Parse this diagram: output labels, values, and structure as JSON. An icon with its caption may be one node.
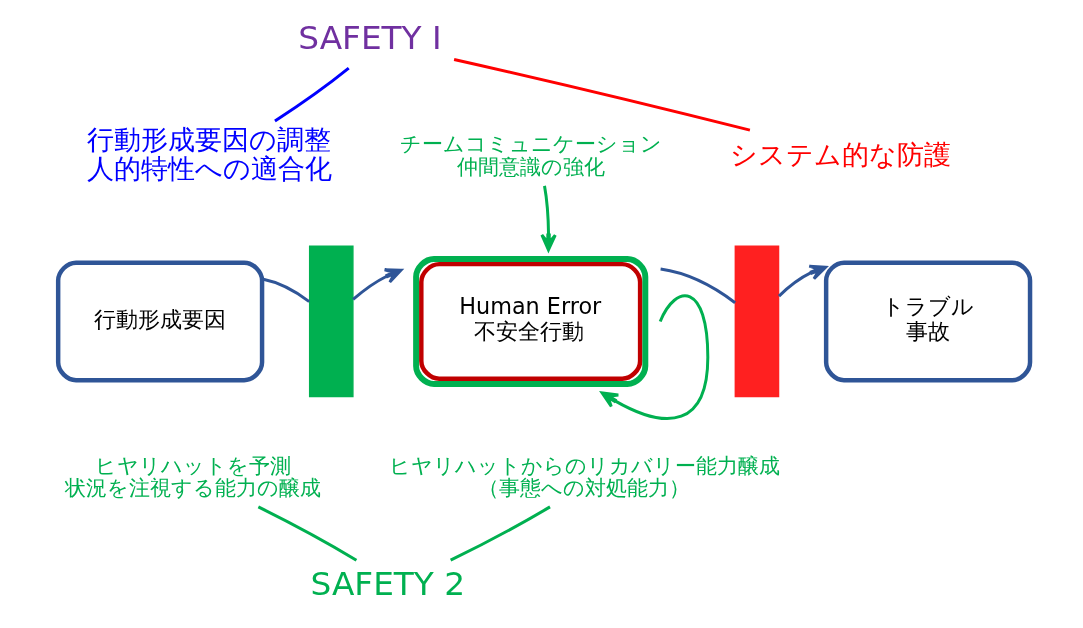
{
  "diagram": {
    "nodes": [
      {
        "text": [
          "SAFETY I"
        ]
      },
      {
        "text": [
          "行動形成要因の調整",
          "人的特性への適合化"
        ]
      },
      {
        "text": [
          "チームコミュニケーション",
          "仲間意識の強化"
        ]
      },
      {
        "text": [
          "システム的な防護"
        ]
      },
      {
        "text": [
          "行動形成要因"
        ]
      },
      {
        "text": [],
        "shape": "bar"
      },
      {
        "text": [
          "Human Error",
          "不安全行動"
        ]
      },
      {
        "text": [],
        "shape": "bar"
      },
      {
        "text": [
          "トラブル",
          "事故"
        ]
      },
      {
        "text": [
          "ヒヤリハットを予測",
          "状況を注視する能力の醸成"
        ]
      },
      {
        "text": [
          "ヒヤリハットからのリカバリー能力醸成",
          "（事態への対処能力）"
        ]
      },
      {
        "text": [
          "SAFETY 2"
        ]
      }
    ],
    "edges": [
      {
        "from": 0,
        "to": 1,
        "arrow": "none",
        "color": "#0000ff"
      },
      {
        "from": 0,
        "to": 3,
        "arrow": "none",
        "color": "#ff0000"
      },
      {
        "from": 2,
        "to": 6,
        "arrow": "to",
        "color": "#00b050"
      },
      {
        "from": 4,
        "to": 5,
        "arrow": "none",
        "color": "#2f5597"
      },
      {
        "from": 5,
        "to": 6,
        "arrow": "to",
        "color": "#2f5597"
      },
      {
        "from": 6,
        "to": 7,
        "arrow": "none",
        "color": "#2f5597"
      },
      {
        "from": 7,
        "to": 8,
        "arrow": "to",
        "color": "#2f5597"
      },
      {
        "from": 6,
        "to": 6,
        "arrow": "to",
        "color": "#00b050"
      },
      {
        "from": 11,
        "to": 9,
        "arrow": "none",
        "color": "#00b050"
      },
      {
        "from": 11,
        "to": 10,
        "arrow": "none",
        "color": "#00b050"
      }
    ]
  }
}
